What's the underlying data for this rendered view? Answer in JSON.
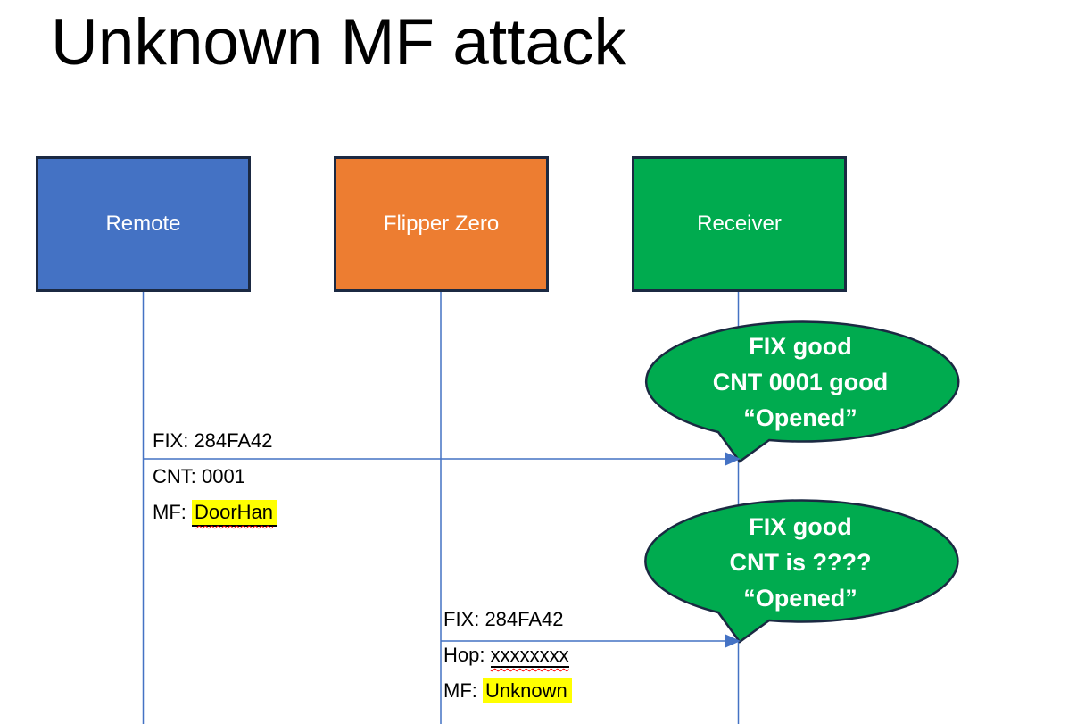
{
  "title": "Unknown MF attack",
  "actors": [
    {
      "label": "Remote",
      "color": "#4472C4"
    },
    {
      "label": "Flipper Zero",
      "color": "#ED7D31"
    },
    {
      "label": "Receiver",
      "color": "#00AB4F"
    }
  ],
  "messages": {
    "m1": {
      "line1": "FIX: 284FA42",
      "line2": "CNT: 0001",
      "line3_prefix": "MF: ",
      "line3_value": "DoorHan"
    },
    "m2": {
      "line1": "FIX: 284FA42",
      "line2_prefix": "Hop: ",
      "line2_value": "xxxxxxxx",
      "line3_prefix": "MF: ",
      "line3_value": "Unknown"
    }
  },
  "callouts": {
    "c1": {
      "line1": "FIX good",
      "line2": "CNT 0001 good",
      "line3": "“Opened”"
    },
    "c2": {
      "line1": "FIX good",
      "line2": "CNT is ????",
      "line3": "“Opened”"
    }
  },
  "colors": {
    "actor-blue": "#4472C4",
    "actor-orange": "#ED7D31",
    "actor-green": "#00AB4F",
    "shape-border": "#1B2942",
    "connector-blue": "#4472C4",
    "highlight-yellow": "#FFFF00",
    "squiggle-red": "#FF0000",
    "text-dark": "#000000",
    "text-light": "#FFFFFF"
  }
}
